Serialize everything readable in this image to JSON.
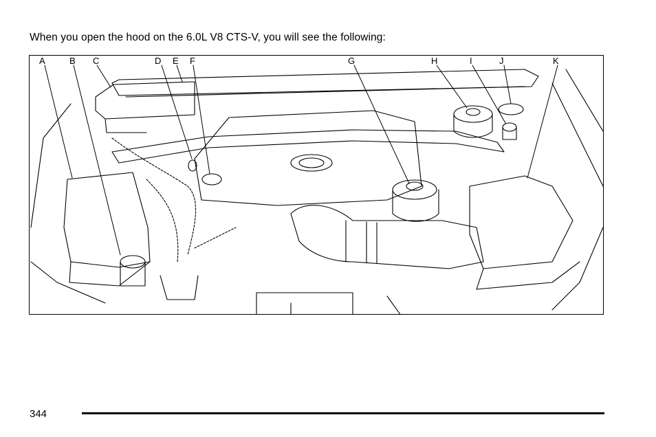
{
  "intro_text": "When you open the hood on the 6.0L V8 CTS-V, you will see the following:",
  "callouts": [
    "A",
    "B",
    "C",
    "D",
    "E",
    "F",
    "G",
    "H",
    "I",
    "J",
    "K"
  ],
  "page_number": "344"
}
